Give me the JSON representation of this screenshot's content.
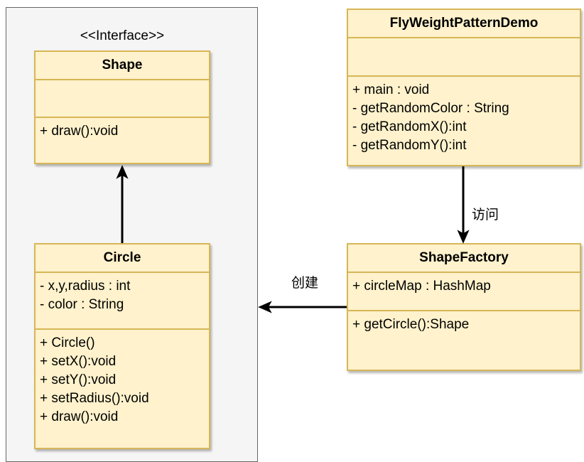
{
  "interface_group": {
    "stereotype": "<<Interface>>"
  },
  "classes": {
    "shape": {
      "name": "Shape",
      "attributes": [],
      "methods": [
        "+ draw():void"
      ]
    },
    "circle": {
      "name": "Circle",
      "attributes": [
        "- x,y,radius : int",
        "- color : String"
      ],
      "methods": [
        "+ Circle()",
        "+ setX():void",
        "+ setY():void",
        "+ setRadius():void",
        "+ draw():void"
      ]
    },
    "demo": {
      "name": "FlyWeightPatternDemo",
      "attributes": [],
      "methods": [
        "+ main : void",
        "- getRandomColor : String",
        "- getRandomX():int",
        "- getRandomY():int"
      ]
    },
    "factory": {
      "name": "ShapeFactory",
      "attributes": [
        "+ circleMap : HashMap"
      ],
      "methods": [
        "+ getCircle():Shape"
      ]
    }
  },
  "edges": {
    "visit_label": "访问",
    "create_label": "创建"
  },
  "colors": {
    "class_fill": "#fff2cc",
    "class_border": "#d6b656",
    "group_fill": "#f5f5f5",
    "group_border": "#666666",
    "arrow": "#000000"
  }
}
